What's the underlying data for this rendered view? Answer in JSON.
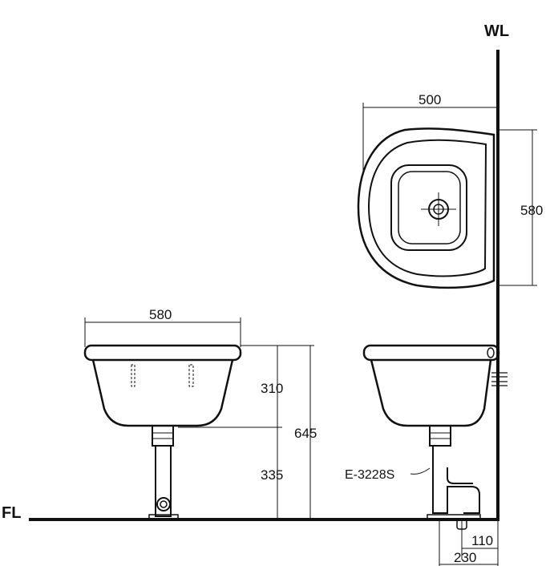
{
  "references": {
    "wall_line": "WL",
    "floor_line": "FL"
  },
  "plan_view": {
    "width_dim": "500",
    "depth_dim": "580"
  },
  "front_view": {
    "width_dim": "580",
    "bowl_height_dim": "310",
    "pedestal_height_dim": "335",
    "overall_height_dim": "645"
  },
  "side_view": {
    "trap_part_no": "E-3228S",
    "drain_offset_dim": "110",
    "trap_offset_dim": "230"
  },
  "colors": {
    "line": "#111111",
    "background": "#ffffff"
  }
}
